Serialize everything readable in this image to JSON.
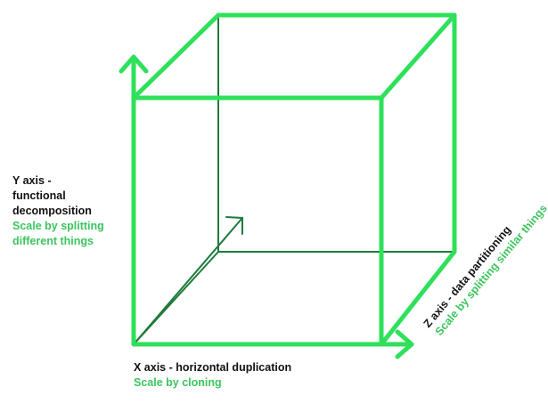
{
  "colors": {
    "accent": "#2ee05a",
    "inner_line": "#1e7a3a",
    "text_dark": "#111111",
    "text_accent": "#3cc45f",
    "background": "#ffffff"
  },
  "y_axis": {
    "line1": "Y axis -",
    "line2": "functional",
    "line3": "decomposition",
    "desc1": "Scale by splitting",
    "desc2": "different things"
  },
  "x_axis": {
    "title": "X axis - horizontal duplication",
    "desc": "Scale by cloning"
  },
  "z_axis": {
    "title": "Z axis - data partitioning",
    "desc": "Scale by splitting similar things"
  }
}
